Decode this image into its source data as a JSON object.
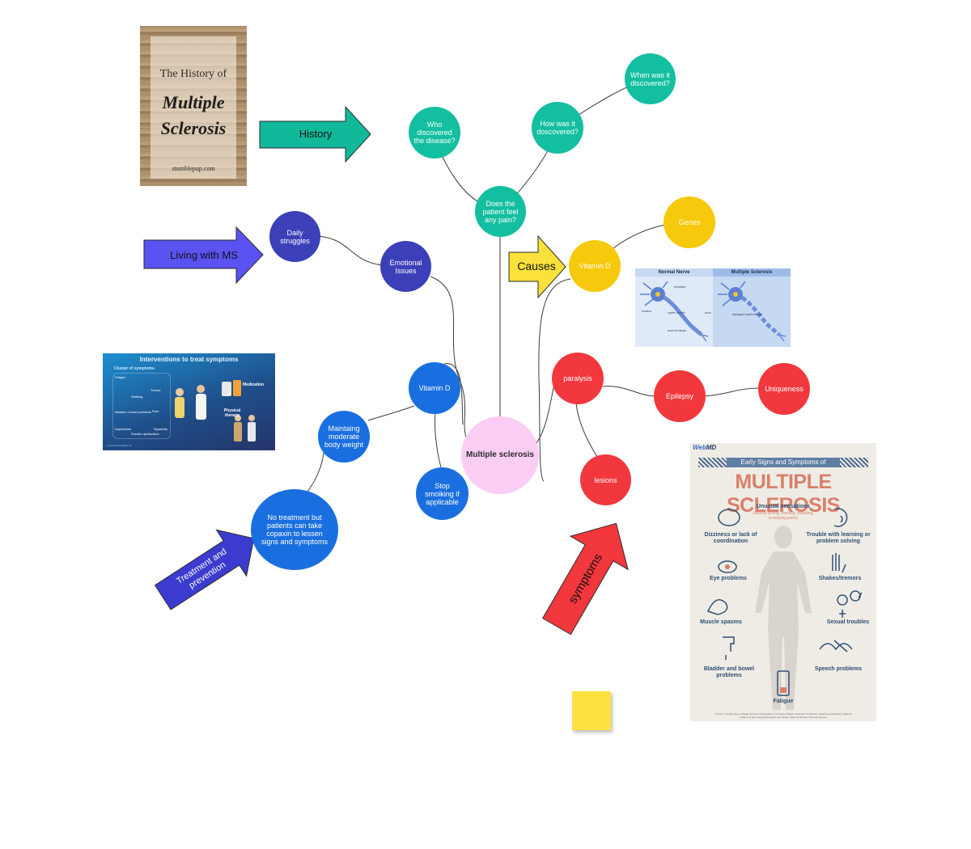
{
  "center": {
    "label": "Multiple sclerosis"
  },
  "history": {
    "arrow_label": "History",
    "nodes": [
      "Who discovered the disease?",
      "Does the patient feel any pain?",
      "How was it doscovered?",
      "When was it discovered?"
    ]
  },
  "living": {
    "arrow_label": "Living with MS",
    "nodes": [
      "Daily struggles",
      "Emotional Issues",
      "Vitamin D"
    ]
  },
  "causes": {
    "arrow_label": "Causes",
    "nodes": [
      "Vitamin D",
      "Genes"
    ]
  },
  "symptoms": {
    "arrow_label": "symptoms",
    "nodes": [
      "paralysis",
      "Epilepsy",
      "Uniqueness",
      "lesions"
    ]
  },
  "treatment": {
    "arrow_label": "Treatment and prevention",
    "nodes": [
      "Maintaing moderate body weight",
      "No treatment but patients can take copaxin to lessen signs and symptoms",
      "Stop smoiking if applicable"
    ]
  },
  "book_cover": {
    "line1": "The History of",
    "line2": "Multiple",
    "line3": "Sclerosis",
    "footer": "stumblepup.com"
  },
  "interventions_card": {
    "title": "Interventions to treat symptoms",
    "cluster_label": "Cluster of symptoms",
    "symptoms": [
      "Fatigue",
      "Walking",
      "Tremor",
      "Bladder / bowel problems",
      "Pain",
      "Depression",
      "Erectile dysfunction",
      "Spasticity"
    ],
    "medication": "Medication",
    "therapy": "Physical therapy",
    "credit": "© 2013 Prime Medic Inc"
  },
  "nerve_card": {
    "left_title": "Normal Nerve",
    "right_title": "Multiple Sclerosis",
    "labels": [
      "dendrites",
      "nucleus",
      "myelin sheath",
      "axon",
      "axon terminals",
      "damaged myelin sheath"
    ]
  },
  "webmd_card": {
    "brand_web": "Web",
    "brand_md": "MD",
    "subtitle": "Early Signs and Symptoms of",
    "title": "MULTIPLE SCLEROSIS",
    "unusual_title": "Unusual sensations",
    "unusual_note": "(severe itching, burning, stabbing, or tearing pains)",
    "items": [
      "Dizziness or lack of coordination",
      "Trouble with learning or problem solving",
      "Eye problems",
      "Shakes/tremors",
      "Muscle spasms",
      "Sexual troubles",
      "Bladder and bowel problems",
      "Speech problems",
      "Fatigue"
    ],
    "source": "Sources: Cedars-Sinai, Multiple Sclerosis Association of America, Multiple Sclerosis Foundation, Medicine and Health, National Institute of Neurological Disorders and Stroke, National Multiple Sclerosis Society"
  },
  "colors": {
    "teal": "#13bfa0",
    "indigo": "#3b3fb8",
    "blue": "#1a6fe0",
    "yellow": "#f7c90c",
    "red": "#f2383d",
    "pink": "#fbcdf4",
    "purple_arrow": "#5a52f1",
    "treatment_arrow": "#3b3bcf",
    "causes_arrow": "#fbe13b",
    "symptoms_arrow": "#f2383d",
    "history_arrow": "#12b89a",
    "sticky": "#fde13f"
  }
}
